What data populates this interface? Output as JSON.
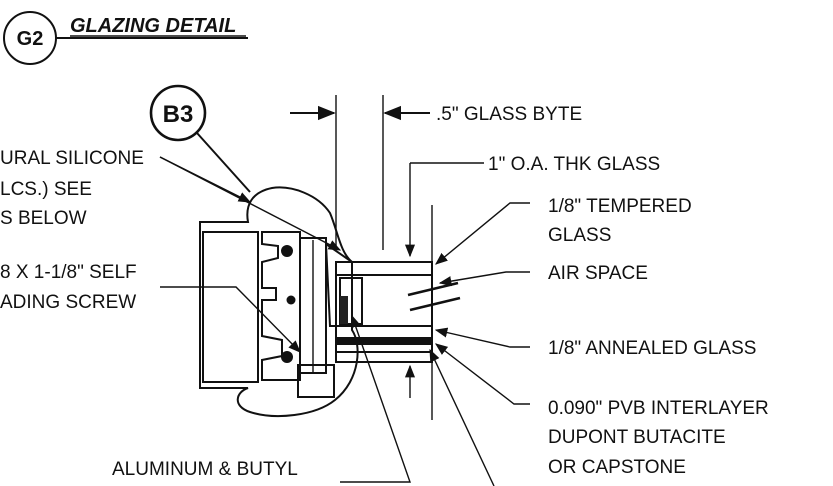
{
  "header": {
    "detail_tag": "G2",
    "title": "GLAZING DETAIL"
  },
  "callout_bubble": "B3",
  "labels": {
    "glass_byte": ".5\" GLASS BYTE",
    "oa_thk_glass": "1\" O.A. THK GLASS",
    "tempered_glass_line1": "1/8\" TEMPERED",
    "tempered_glass_line2": "GLASS",
    "air_space": "AIR SPACE",
    "annealed_glass": "1/8\" ANNEALED GLASS",
    "pvb_line1": "0.090\" PVB INTERLAYER",
    "pvb_line2": "DUPONT BUTACITE",
    "pvb_line3": "OR CAPSTONE",
    "aluminum_butyl": "ALUMINUM & BUTYL",
    "silicone_line1": "URAL SILICONE",
    "silicone_line2": "LCS.) SEE",
    "silicone_line3": "S BELOW",
    "screw_line1": "8 X 1-1/8\" SELF",
    "screw_line2": "ADING SCREW"
  }
}
